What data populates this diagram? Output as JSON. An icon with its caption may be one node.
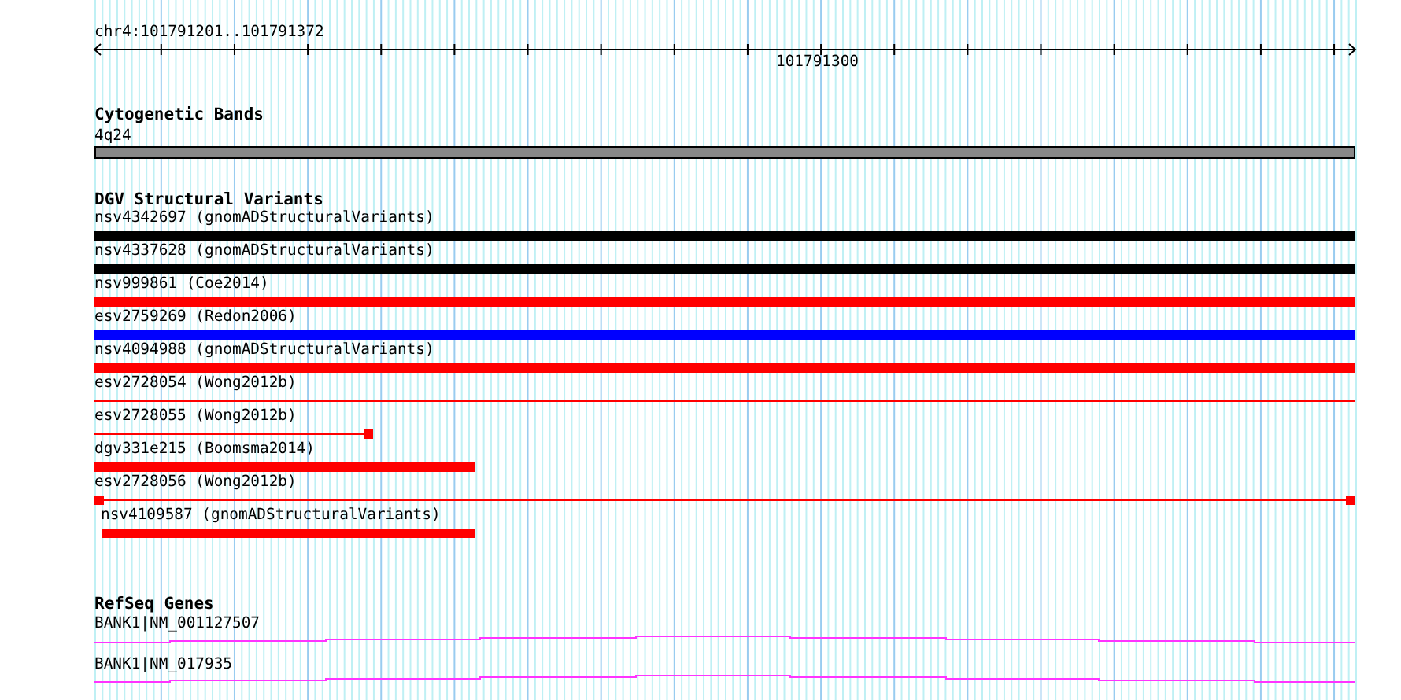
{
  "diagram": {
    "nodes": [
      {
        "text": [
          "Cytogenetic Bands"
        ]
      },
      {
        "text": [
          "4q24"
        ],
        "in": 0
      },
      {
        "text": [
          "DGV Structural Variants"
        ]
      },
      {
        "text": [
          "nsv4342697 (gnomADStructuralVariants)"
        ],
        "in": 2
      },
      {
        "text": [
          "nsv4337628 (gnomADStructuralVariants)"
        ],
        "in": 2
      },
      {
        "text": [
          "nsv999861 (Coe2014)"
        ],
        "in": 2
      },
      {
        "text": [
          "esv2759269 (Redon2006)"
        ],
        "in": 2
      },
      {
        "text": [
          "nsv4094988 (gnomADStructuralVariants)"
        ],
        "in": 2
      },
      {
        "text": [
          "esv2728054 (Wong2012b)"
        ],
        "in": 2
      },
      {
        "text": [
          "esv2728055 (Wong2012b)"
        ],
        "in": 2
      },
      {
        "text": [
          "dgv331e215 (Boomsma2014)"
        ],
        "in": 2
      },
      {
        "text": [
          "esv2728056 (Wong2012b)"
        ],
        "in": 2
      },
      {
        "text": [
          "nsv4109587 (gnomADStructuralVariants)"
        ],
        "in": 2
      },
      {
        "text": [
          "RefSeq Genes"
        ]
      },
      {
        "text": [
          "BANK1|NM_001127507"
        ],
        "in": 13
      },
      {
        "text": [
          "BANK1|NM_017935"
        ],
        "in": 13
      }
    ],
    "edges": [],
    "labels": [
      "chr4:101791201..101791372",
      "101791300"
    ]
  }
}
